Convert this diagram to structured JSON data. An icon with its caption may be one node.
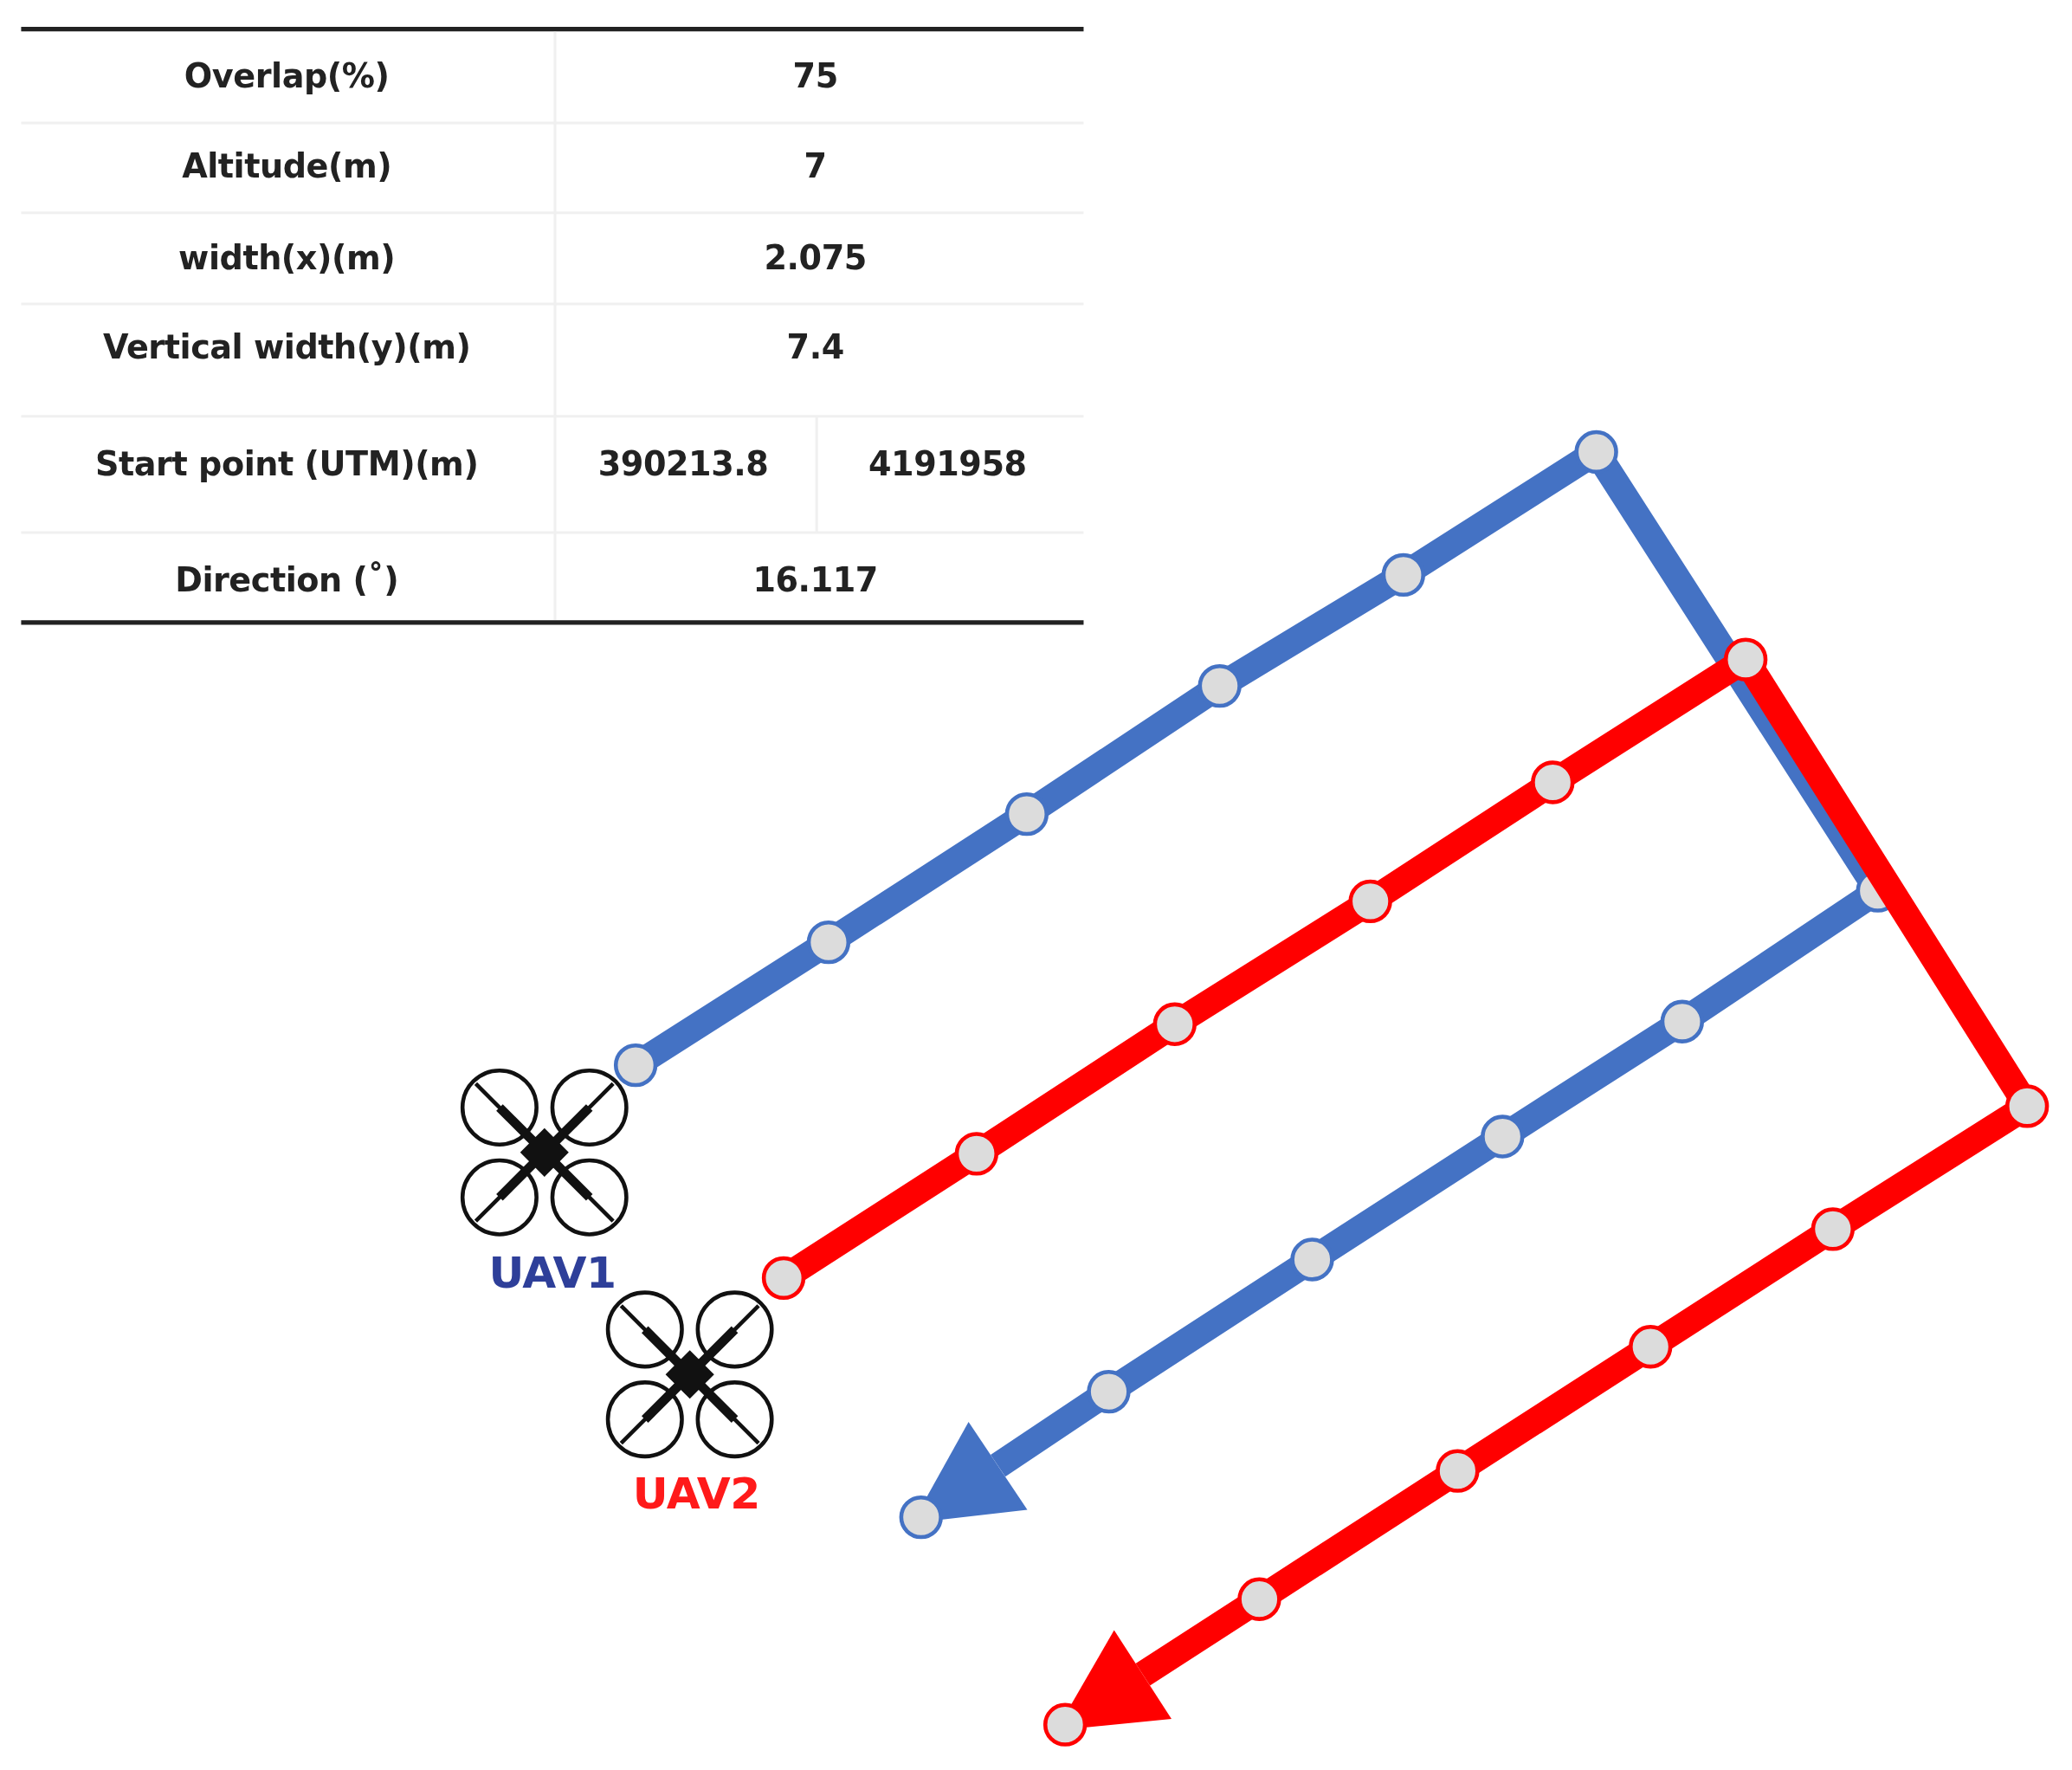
{
  "diagram": {
    "labels": [
      "Overlap(%)",
      "75",
      "Altitude(m)",
      "7",
      "width(x)(m)",
      "2.075",
      "Vertical width(y)(m)",
      "7.4",
      "Start point (UTM)(m)",
      "390213.8",
      "4191958",
      "Direction (˚)",
      "16.117",
      "UAV1",
      "UAV2"
    ]
  }
}
